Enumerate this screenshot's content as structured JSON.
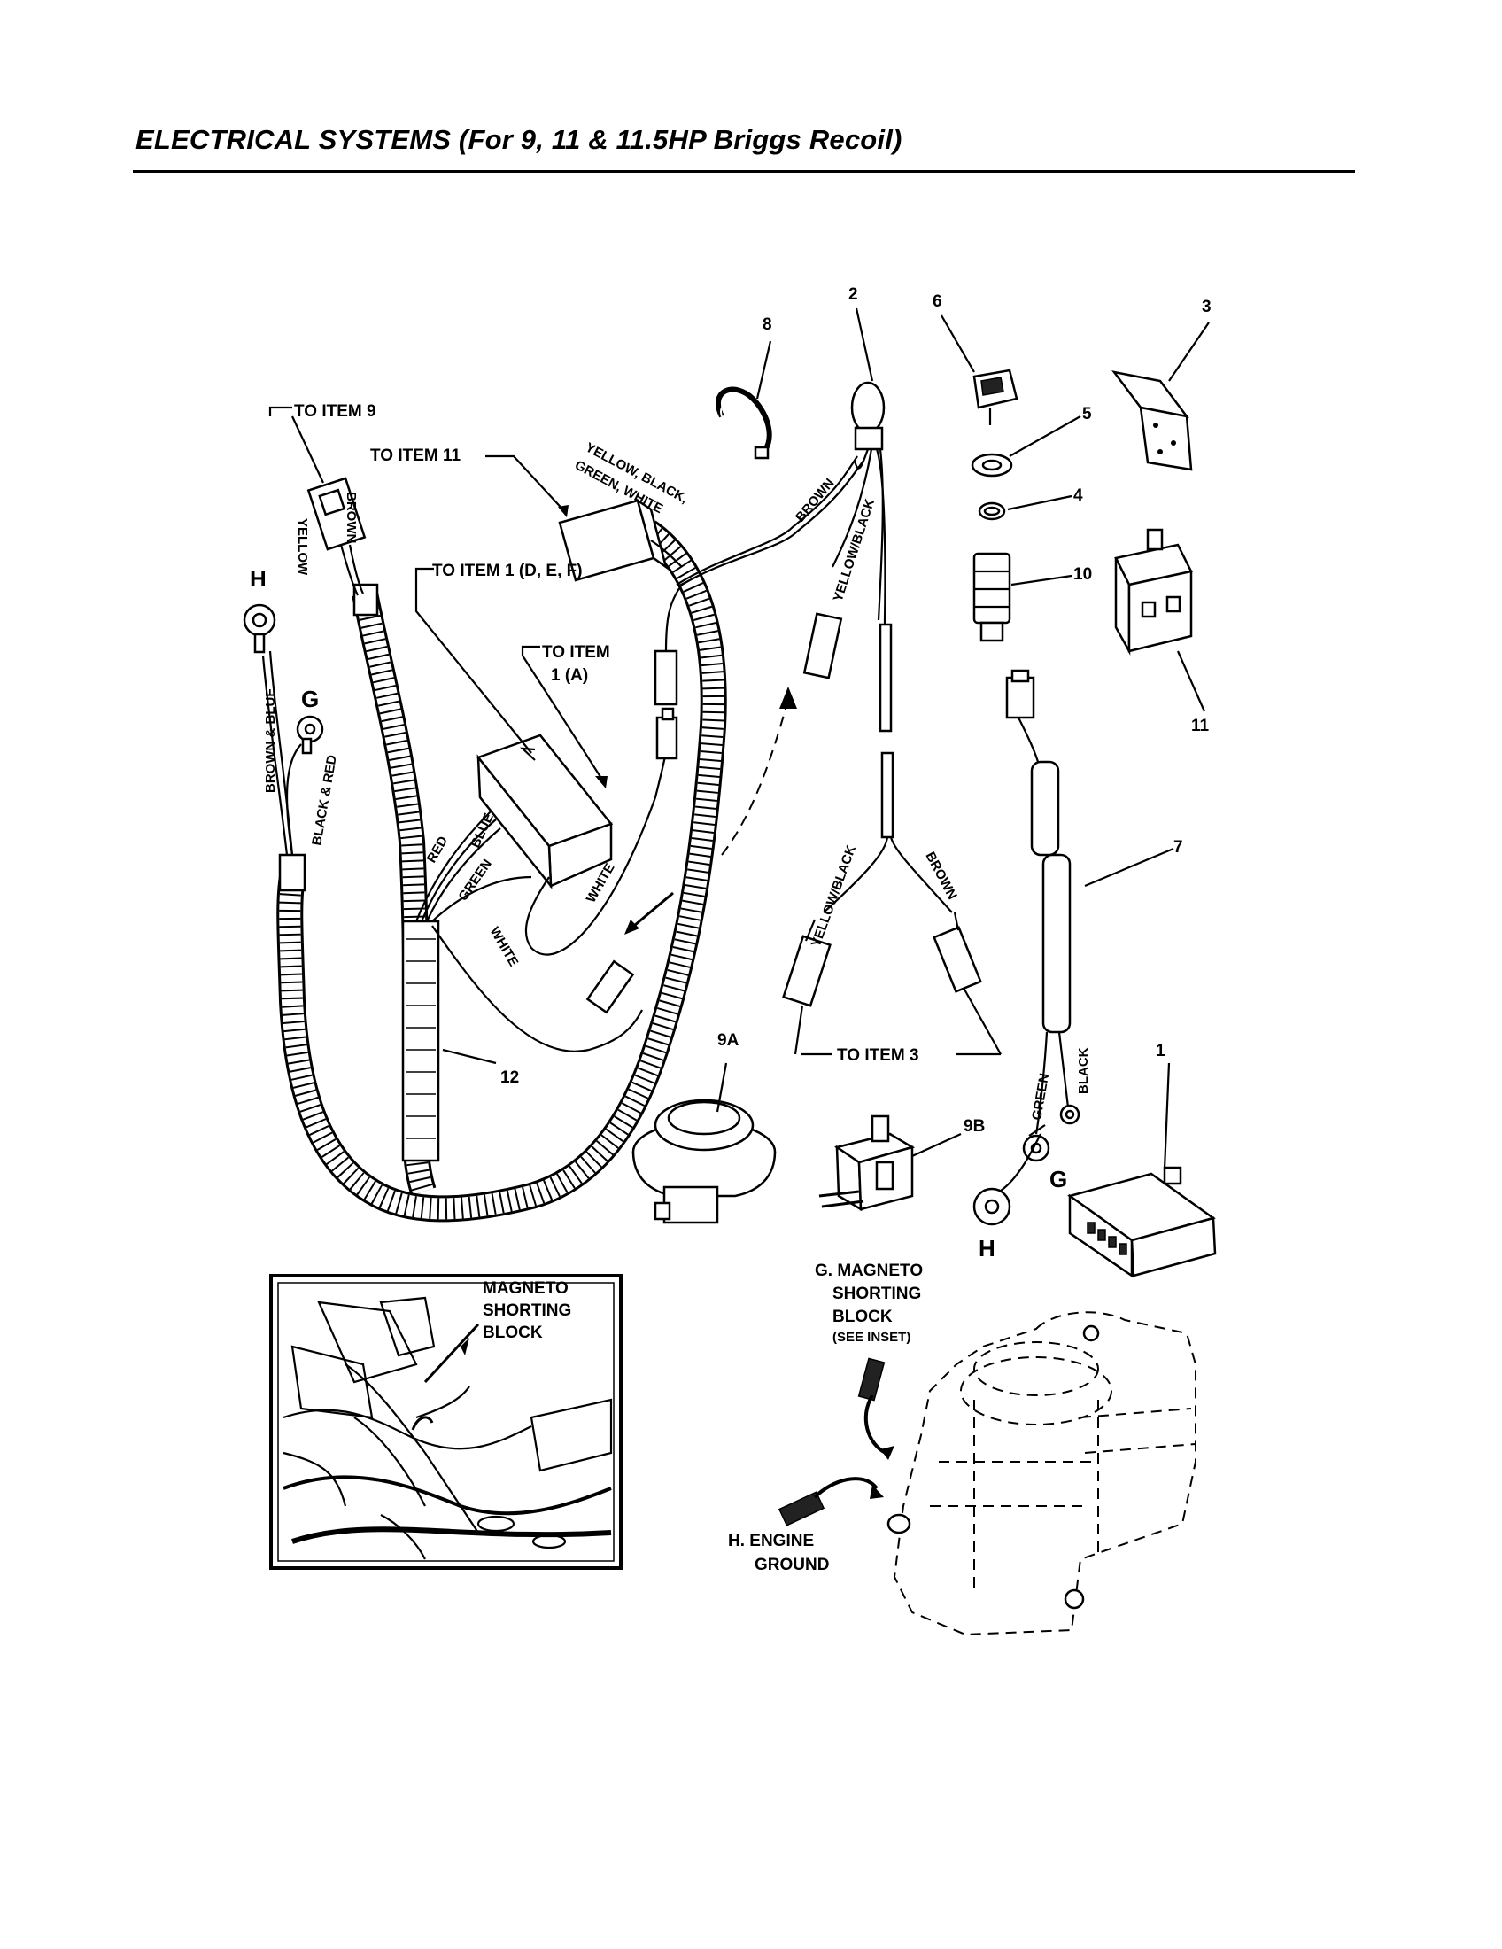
{
  "page": {
    "title": "ELECTRICAL SYSTEMS (For 9, 11 & 11.5HP Briggs Recoil)"
  },
  "callouts": {
    "item_1": "1",
    "item_2": "2",
    "item_3": "3",
    "item_4": "4",
    "item_5": "5",
    "item_6": "6",
    "item_7": "7",
    "item_8": "8",
    "item_9a": "9A",
    "item_9b": "9B",
    "item_10": "10",
    "item_11": "11",
    "item_12": "12",
    "h_harness": "H",
    "g_harness": "G",
    "h_lead": "H",
    "g_lead": "G"
  },
  "labels": {
    "to_item_9": "TO ITEM 9",
    "to_item_11": "TO ITEM 11",
    "to_item_1_def": "TO ITEM 1 (D, E, F)",
    "to_item_1a_line1": "TO ITEM",
    "to_item_1a_line2": "1 (A)",
    "to_item_3": "TO ITEM 3",
    "wires_line1": "YELLOW, BLACK,",
    "wires_line2": "GREEN, WHITE",
    "inset_line1": "MAGNETO",
    "inset_line2": "SHORTING",
    "inset_line3": "BLOCK",
    "g_line1": "G. MAGNETO",
    "g_line2": "SHORTING",
    "g_line3": "BLOCK",
    "g_line4": "(SEE INSET)",
    "h_line1": "H. ENGINE",
    "h_line2": "GROUND"
  },
  "wire_labels": {
    "yellow": "YELLOW",
    "brown_top": "BROWN",
    "brown": "BROWN",
    "yellow_black": "YELLOW/BLACK",
    "yellow_black_2": "YELLOW/BLACK",
    "brown_2": "BROWN",
    "brown_blue": "BROWN & BLUE",
    "black_red": "BLACK & RED",
    "red": "RED",
    "blue": "BLUE",
    "green": "GREEN",
    "white_1": "WHITE",
    "white_2": "WHITE",
    "green_7": "GREEN",
    "black_7": "BLACK"
  }
}
